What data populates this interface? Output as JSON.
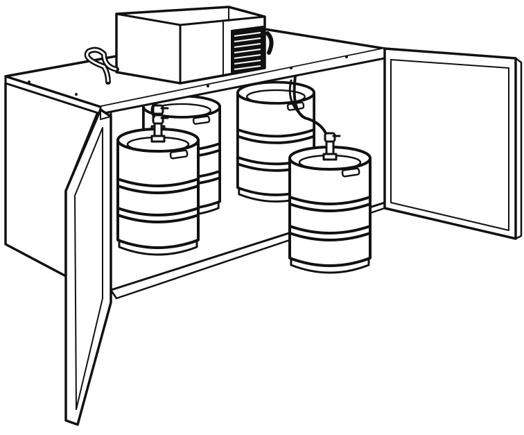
{
  "illustration": {
    "subject": "keg-cooler-line-drawing",
    "colors": {
      "ink": "#111111",
      "paper": "#ffffff"
    },
    "parts": [
      "refrigeration-unit",
      "cabinet-top",
      "left-door-open",
      "right-door-open",
      "beer-kegs",
      "tap-couplers",
      "beer-lines"
    ],
    "keg_count_visible": 4
  }
}
